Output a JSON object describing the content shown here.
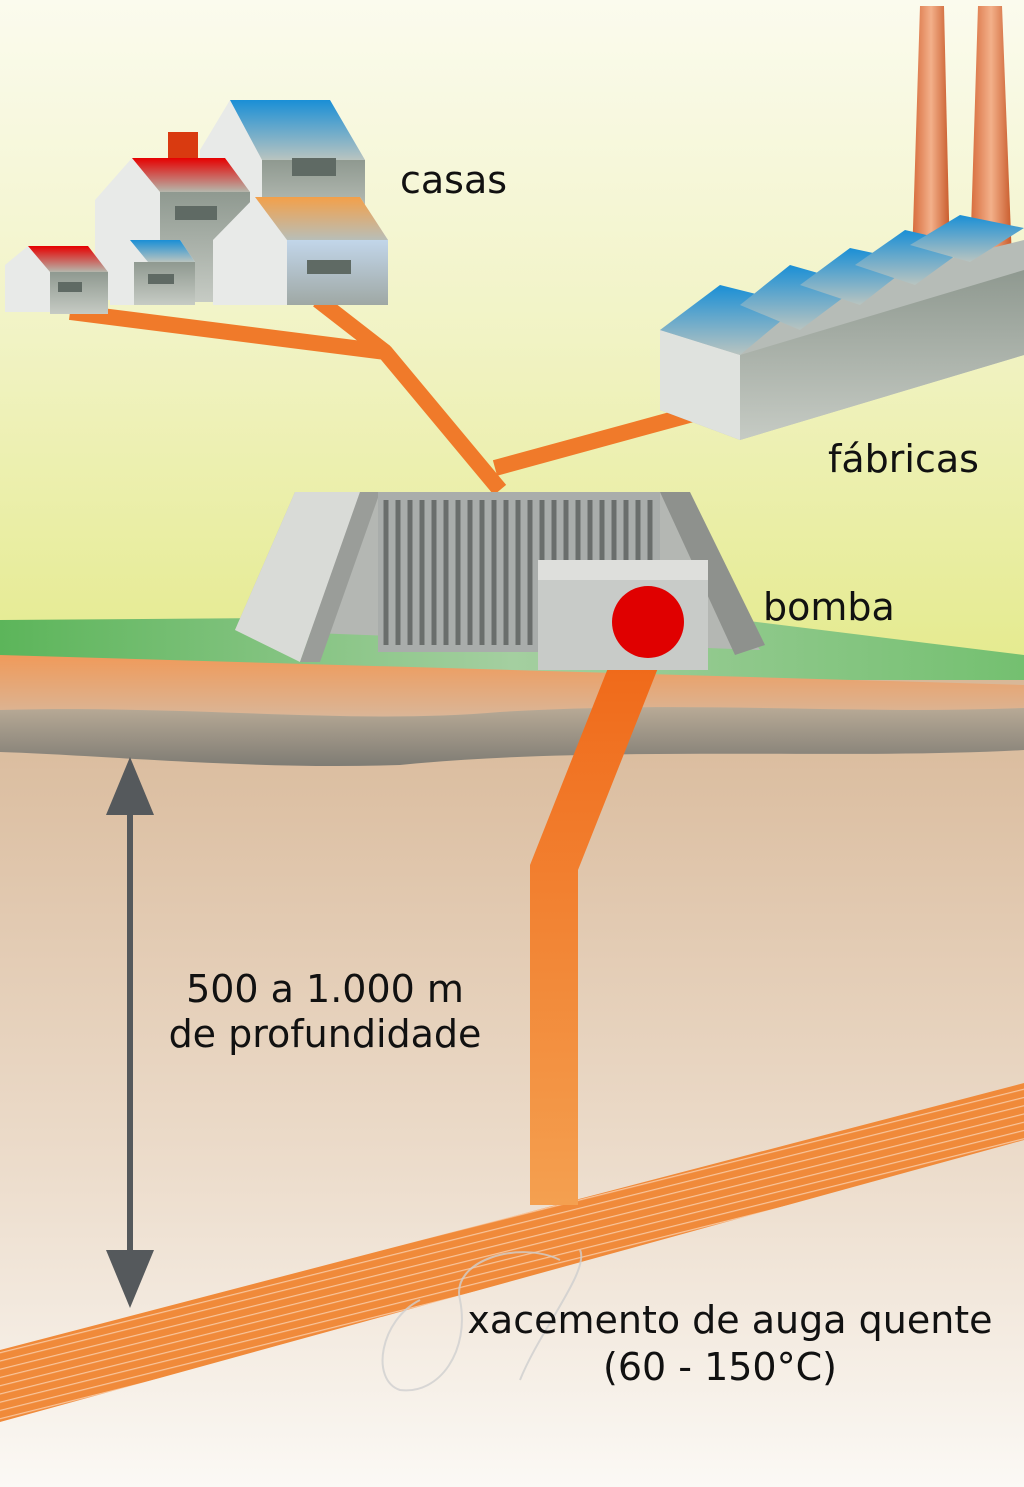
{
  "labels": {
    "houses": "casas",
    "factories": "fábricas",
    "pump": "bomba",
    "depth_line1": "500 a 1.000 m",
    "depth_line2": "de profundidade",
    "reservoir_line1": "xacemento de auga quente",
    "reservoir_line2": "(60 - 150°C)"
  },
  "colors": {
    "pipe": "#f07a2a",
    "pump_dot": "#e00000",
    "arrow": "#55595c"
  }
}
